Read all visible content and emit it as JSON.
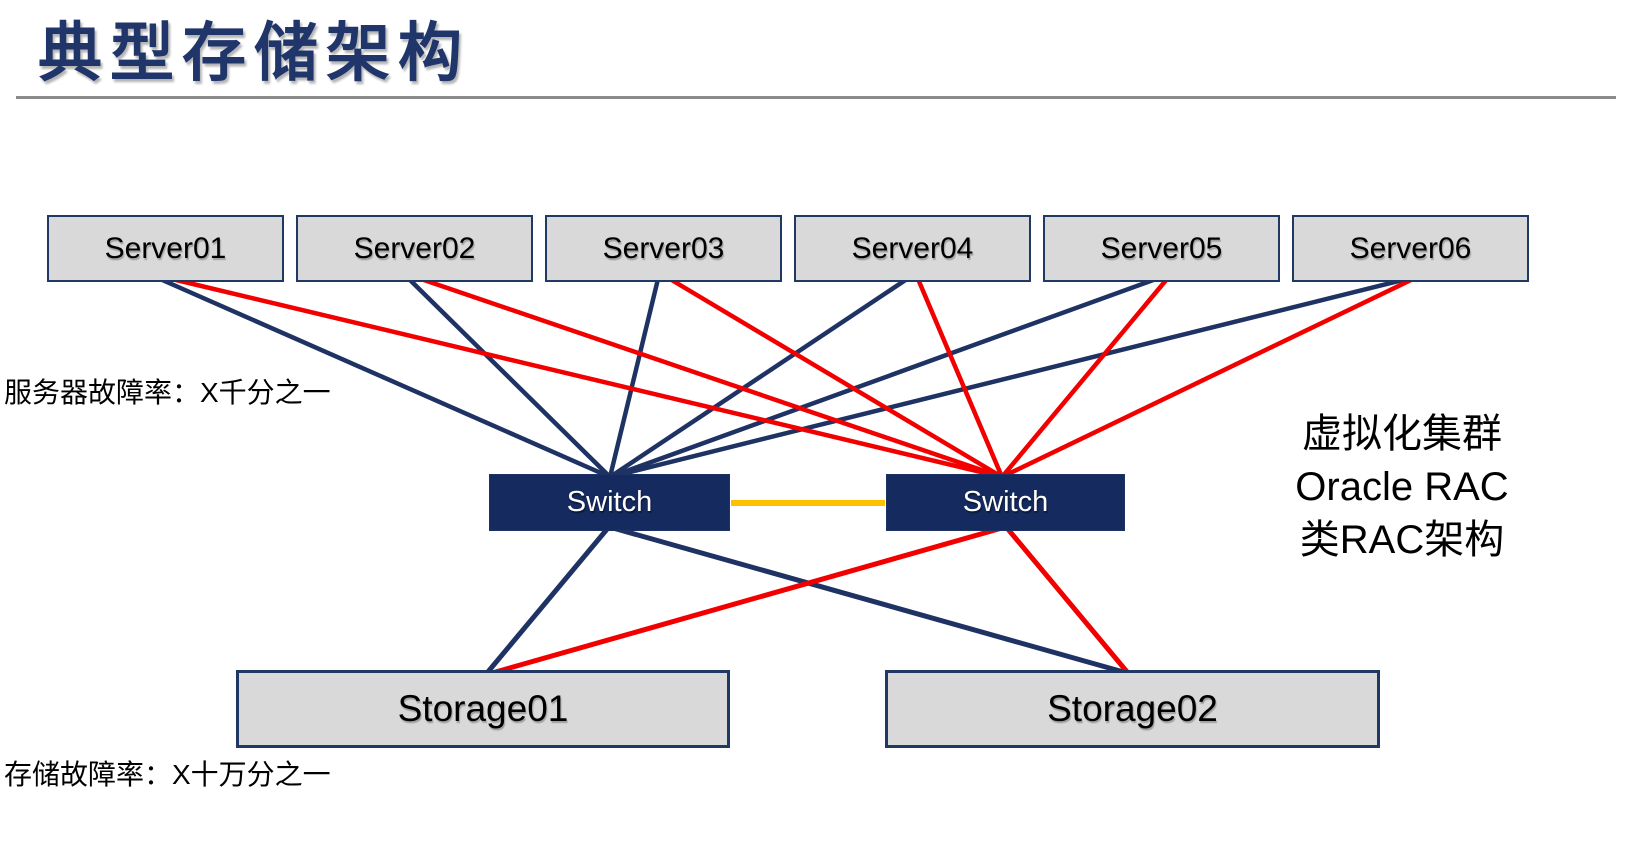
{
  "slide": {
    "title": "典型存储架构"
  },
  "diagram": {
    "servers": [
      "Server01",
      "Server02",
      "Server03",
      "Server04",
      "Server05",
      "Server06"
    ],
    "switches": [
      "Switch",
      "Switch"
    ],
    "storages": [
      "Storage01",
      "Storage02"
    ],
    "annotations": {
      "server_failure_rate": "服务器故障率：X千分之一",
      "storage_failure_rate": "存储故障率：X十万分之一",
      "cluster_note_lines": [
        "虚拟化集群",
        "Oracle RAC",
        "类RAC架构"
      ]
    }
  },
  "colors": {
    "navy": "#1e3264",
    "title": "#203569",
    "red": "#f20000",
    "orange": "#ffc000",
    "box_fill": "#d9d9d9",
    "box_border": "#1f3864",
    "switch_fill": "#152a5e",
    "divider": "#8a8a8a",
    "text": "#000000"
  }
}
